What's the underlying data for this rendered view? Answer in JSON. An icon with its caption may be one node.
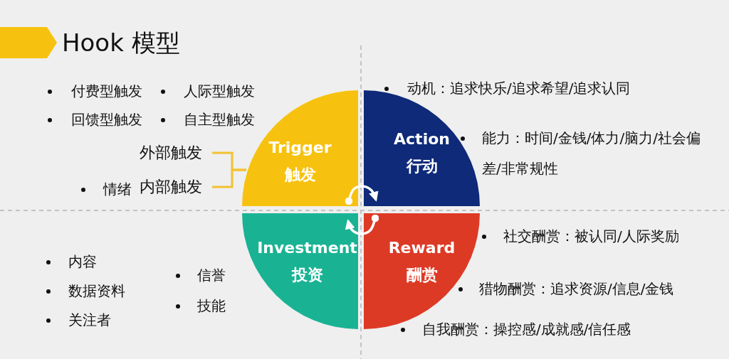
{
  "diagram": {
    "title": "Hook 模型",
    "nodes": [
      {
        "text": [
          "Trigger",
          "触发"
        ]
      },
      {
        "text": [
          "Action",
          "行动"
        ]
      },
      {
        "text": [
          "Reward",
          "酬赏"
        ]
      },
      {
        "text": [
          "Investment",
          "投资"
        ]
      },
      {
        "text": [
          "外部触发"
        ]
      },
      {
        "text": [
          "内部触发"
        ]
      }
    ],
    "edges": [
      {
        "from": 4,
        "to": 0,
        "arrow": "none",
        "color": "#f2c230"
      },
      {
        "from": 5,
        "to": 0,
        "arrow": "none",
        "color": "#f2c230"
      },
      {
        "from": 0,
        "to": 1,
        "arrow": "to",
        "color": "#ffffff"
      },
      {
        "from": 2,
        "to": 3,
        "arrow": "to",
        "color": "#ffffff"
      }
    ],
    "labels": [
      "付费型触发",
      "人际型触发",
      "回馈型触发",
      "自主型触发",
      "情绪",
      "动机：追求快乐/追求希望/追求认同",
      "能力：时间/金钱/体力/脑力/社会偏差/非常规性",
      "社交酬赏：被认同/人际奖励",
      "猎物酬赏：追求资源/信息/金钱",
      "内容",
      "信誉",
      "数据资料",
      "技能",
      "关注者",
      "自我酬赏：操控感/成就感/信任感"
    ]
  }
}
